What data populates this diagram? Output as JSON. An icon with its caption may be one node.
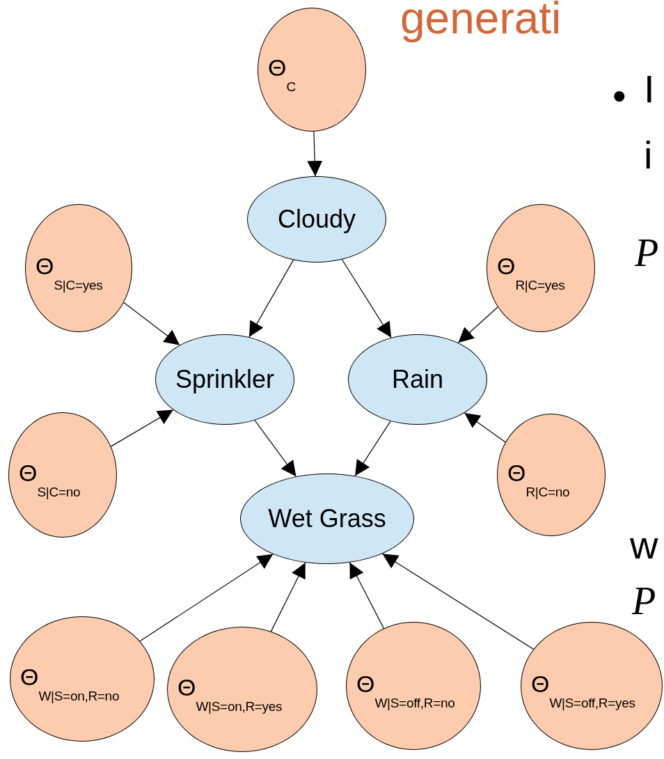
{
  "diagram": {
    "title": "generati",
    "nodes": [
      {
        "text": [
          "Θ$_{C}$"
        ]
      },
      {
        "text": [
          "Cloudy"
        ]
      },
      {
        "text": [
          "Θ$_{S|C=yes}$"
        ]
      },
      {
        "text": [
          "Θ$_{R|C=yes}$"
        ]
      },
      {
        "text": [
          "Sprinkler"
        ]
      },
      {
        "text": [
          "Rain"
        ]
      },
      {
        "text": [
          "Θ$_{S|C=no}$"
        ]
      },
      {
        "text": [
          "Θ$_{R|C=no}$"
        ]
      },
      {
        "text": [
          "Wet Grass"
        ]
      },
      {
        "text": [
          "Θ$_{W|S=on,R=no}$"
        ]
      },
      {
        "text": [
          "Θ$_{W|S=on,R=yes}$"
        ]
      },
      {
        "text": [
          "Θ$_{W|S=off,R=no}$"
        ]
      },
      {
        "text": [
          "Θ$_{W|S=off,R=yes}$"
        ]
      }
    ],
    "edges": [
      {
        "from": 0,
        "to": 1,
        "arrow": "to"
      },
      {
        "from": 1,
        "to": 4,
        "arrow": "to"
      },
      {
        "from": 1,
        "to": 5,
        "arrow": "to"
      },
      {
        "from": 2,
        "to": 4,
        "arrow": "to"
      },
      {
        "from": 3,
        "to": 5,
        "arrow": "to"
      },
      {
        "from": 6,
        "to": 4,
        "arrow": "to"
      },
      {
        "from": 7,
        "to": 5,
        "arrow": "to"
      },
      {
        "from": 4,
        "to": 8,
        "arrow": "to"
      },
      {
        "from": 5,
        "to": 8,
        "arrow": "to"
      },
      {
        "from": 9,
        "to": 8,
        "arrow": "to"
      },
      {
        "from": 10,
        "to": 8,
        "arrow": "to"
      },
      {
        "from": 11,
        "to": 8,
        "arrow": "to"
      },
      {
        "from": 12,
        "to": 8,
        "arrow": "to"
      }
    ],
    "labels": [
      "•",
      "I",
      "i",
      "P",
      "w",
      "P"
    ]
  }
}
